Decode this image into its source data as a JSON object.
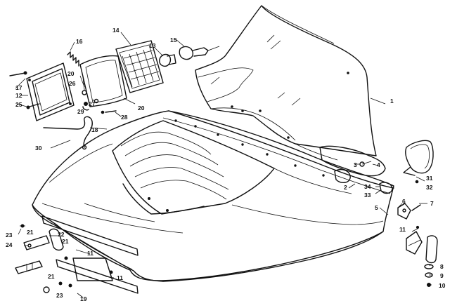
{
  "callouts": [
    {
      "id": "c1",
      "text": "1"
    },
    {
      "id": "c2",
      "text": "2"
    },
    {
      "id": "c3",
      "text": "3"
    },
    {
      "id": "c4",
      "text": "4"
    },
    {
      "id": "c5",
      "text": "5"
    },
    {
      "id": "c6",
      "text": "6"
    },
    {
      "id": "c7",
      "text": "7"
    },
    {
      "id": "c8",
      "text": "8"
    },
    {
      "id": "c9",
      "text": "9"
    },
    {
      "id": "c10",
      "text": "10"
    },
    {
      "id": "c11a",
      "text": "11"
    },
    {
      "id": "c11b",
      "text": "11"
    },
    {
      "id": "c11c",
      "text": "11"
    },
    {
      "id": "c12",
      "text": "12"
    },
    {
      "id": "c13",
      "text": "13"
    },
    {
      "id": "c14",
      "text": "14"
    },
    {
      "id": "c15",
      "text": "15"
    },
    {
      "id": "c16",
      "text": "16"
    },
    {
      "id": "c17",
      "text": "17"
    },
    {
      "id": "c18",
      "text": "18"
    },
    {
      "id": "c19",
      "text": "19"
    },
    {
      "id": "c20a",
      "text": "20"
    },
    {
      "id": "c20b",
      "text": "20"
    },
    {
      "id": "c21a",
      "text": "21"
    },
    {
      "id": "c21b",
      "text": "21"
    },
    {
      "id": "c21c",
      "text": "21"
    },
    {
      "id": "c22",
      "text": "22"
    },
    {
      "id": "c23a",
      "text": "23"
    },
    {
      "id": "c23b",
      "text": "23"
    },
    {
      "id": "c24",
      "text": "24"
    },
    {
      "id": "c25",
      "text": "25"
    },
    {
      "id": "c26",
      "text": "26"
    },
    {
      "id": "c27",
      "text": "27"
    },
    {
      "id": "c28",
      "text": "28"
    },
    {
      "id": "c29",
      "text": "29"
    },
    {
      "id": "c30",
      "text": "30"
    },
    {
      "id": "c31",
      "text": "31"
    },
    {
      "id": "c32",
      "text": "32"
    },
    {
      "id": "c33",
      "text": "33"
    },
    {
      "id": "c34",
      "text": "34"
    }
  ],
  "colors": {
    "ink": "#111111",
    "background": "#ffffff"
  }
}
